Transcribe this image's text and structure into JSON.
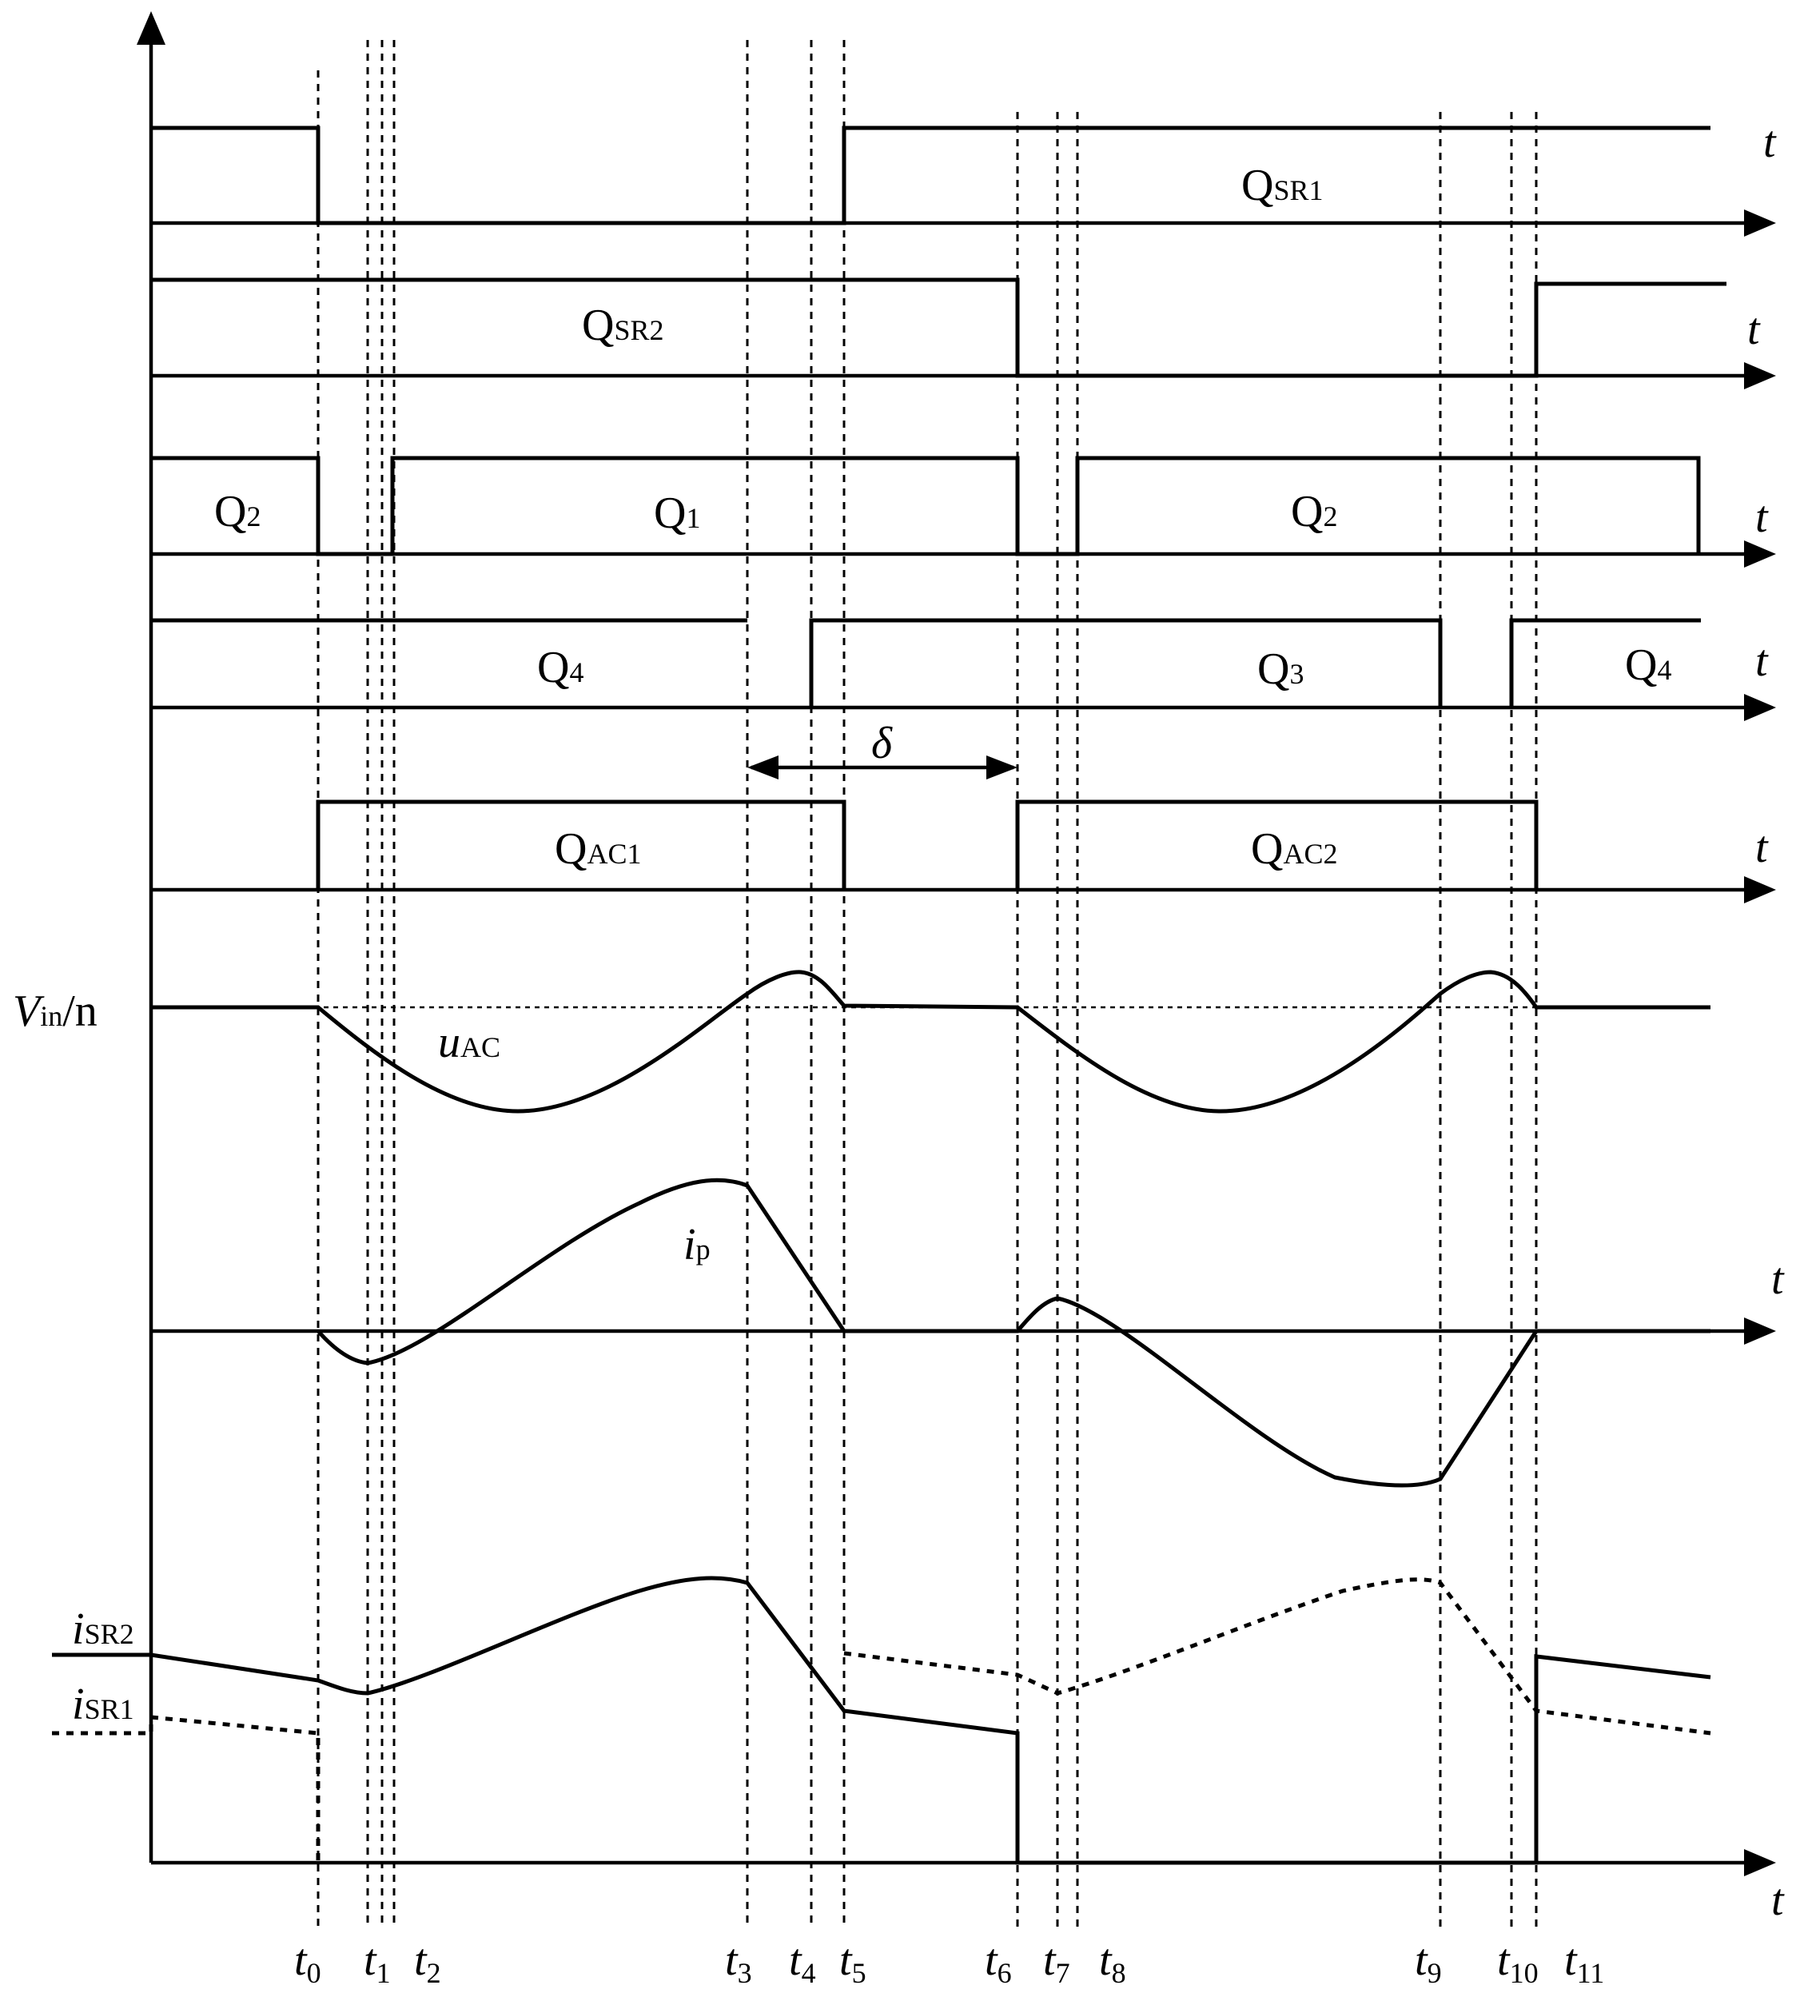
{
  "axis_label": "t",
  "time_markers": [
    "t0",
    "t1",
    "t2",
    "t3",
    "t4",
    "t5",
    "t6",
    "t7",
    "t8",
    "t9",
    "t10",
    "t11"
  ],
  "signals": {
    "qsr1": {
      "main": "Q",
      "sub": "SR1"
    },
    "qsr2": {
      "main": "Q",
      "sub": "SR2"
    },
    "q2_left": {
      "main": "Q",
      "sub": "2"
    },
    "q1": {
      "main": "Q",
      "sub": "1"
    },
    "q2_right": {
      "main": "Q",
      "sub": "2"
    },
    "q4_mid": {
      "main": "Q",
      "sub": "4"
    },
    "q3": {
      "main": "Q",
      "sub": "3"
    },
    "q4_right": {
      "main": "Q",
      "sub": "4"
    },
    "qac1": {
      "main": "Q",
      "sub": "AC1"
    },
    "qac2": {
      "main": "Q",
      "sub": "AC2"
    }
  },
  "delta_label": "δ",
  "vin": {
    "main": "V",
    "sub": "in",
    "suffix": "/n"
  },
  "uac": {
    "main": "u",
    "sub": "AC"
  },
  "ip": {
    "main": "i",
    "sub": "p"
  },
  "isr2": {
    "main": "i",
    "sub": "SR2"
  },
  "isr1": {
    "main": "i",
    "sub": "SR1"
  }
}
